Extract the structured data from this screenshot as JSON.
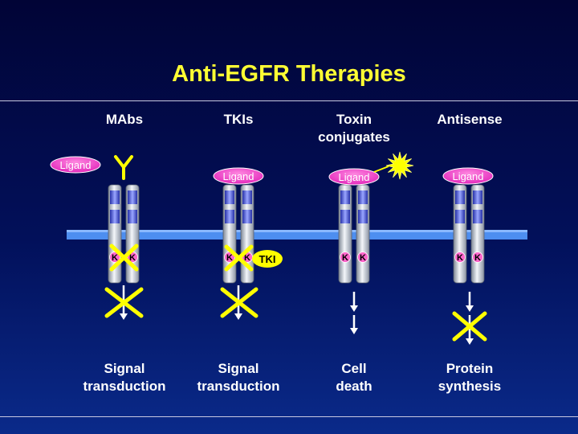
{
  "slide": {
    "title": "Anti-EGFR Therapies",
    "colors": {
      "title": "#ffff33",
      "ligand": "#ff33cc",
      "membrane": "#4d8ef0",
      "inhibitor_mark": "#ffff00",
      "toxin": "#ffff00",
      "kinase": "#ff66cc"
    }
  },
  "columns": [
    {
      "label_lines": [
        "",
        "MAbs"
      ],
      "ligand_label": "Ligand",
      "kinase_labels": [
        "K",
        "K"
      ],
      "outcome_lines": [
        "Signal",
        "transduction"
      ],
      "icons": [
        "antibody-icon",
        "cross-icon"
      ]
    },
    {
      "label_lines": [
        "",
        "TKIs"
      ],
      "ligand_label": "Ligand",
      "kinase_labels": [
        "K",
        "K"
      ],
      "inhibitor_label": "TKI",
      "outcome_lines": [
        "Signal",
        "transduction"
      ],
      "icons": [
        "cross-icon"
      ]
    },
    {
      "label_lines": [
        "Toxin",
        "conjugates"
      ],
      "ligand_label": "Ligand",
      "kinase_labels": [
        "K",
        "K"
      ],
      "outcome_lines": [
        "Cell",
        "death"
      ],
      "icons": [
        "toxin-burst-icon"
      ]
    },
    {
      "label_lines": [
        "",
        "Antisense"
      ],
      "ligand_label": "Ligand",
      "kinase_labels": [
        "K",
        "K"
      ],
      "outcome_lines": [
        "Protein",
        "synthesis"
      ],
      "icons": [
        "cross-icon"
      ]
    }
  ]
}
